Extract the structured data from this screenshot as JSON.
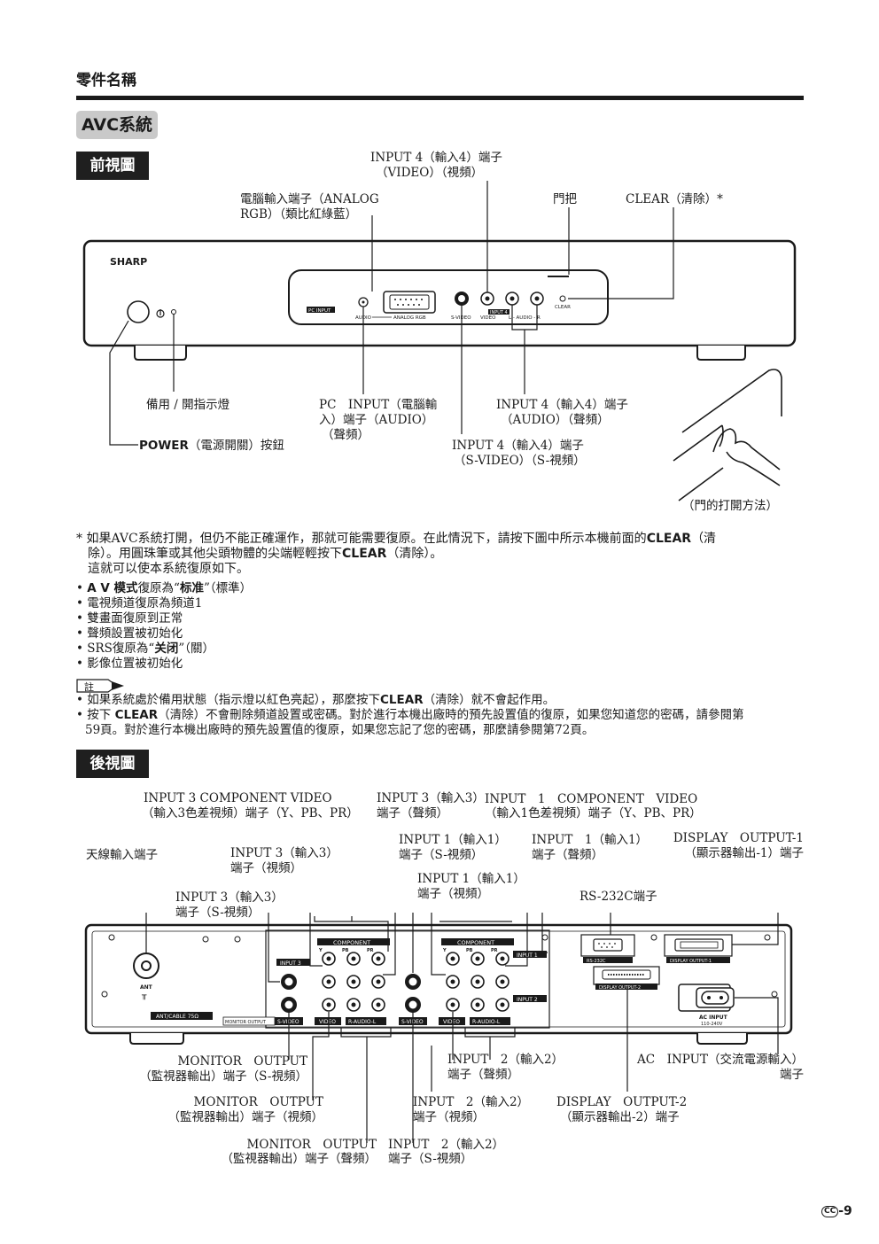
{
  "header": {
    "title": "零件名稱"
  },
  "avc_badge": "AVC系統",
  "front": {
    "section_title": "前視圖",
    "brand": "SHARP",
    "panel": {
      "pc_input": "PC INPUT",
      "audio": "AUDIO",
      "analog_rgb": "ANALOG RGB",
      "svideo": "S-VIDEO",
      "video": "VIDEO",
      "input4": "INPUT 4",
      "audio_lr": "L - AUDIO - R",
      "clear": "CLEAR"
    },
    "labels": {
      "input4_video_1": "INPUT 4（輸入4）端子",
      "input4_video_2": "（VIDEO）（視頻）",
      "pc_rgb_1": "電腦輸入端子（ANALOG",
      "pc_rgb_2": "RGB）（類比紅綠藍）",
      "handle": "門把",
      "clear_label": "CLEAR（清除）*",
      "standby": "備用 / 開指示燈",
      "power_bold": "POWER",
      "power_rest": "（電源開關）按鈕",
      "pc_audio_1": "PC　INPUT（電腦輸",
      "pc_audio_2": "入）端子（AUDIO）",
      "pc_audio_3": "（聲頻）",
      "input4_audio_1": "INPUT 4（輸入4）端子",
      "input4_audio_2": "（AUDIO）（聲頻）",
      "input4_svideo_1": "INPUT 4（輸入4）端子",
      "input4_svideo_2": "（S-VIDEO）（S-視頻）",
      "door_caption": "（門的打開方法）"
    }
  },
  "notes": {
    "star_line1_a": "* 如果AVC系統打開，但仍不能正確運作，那就可能需要復原。在此情況下，請按下圖中所示本機前面的",
    "star_line1_b": "CLEAR",
    "star_line1_c": "（清",
    "star_line2_a": "除）。用圓珠筆或其他尖頭物體的尖端輕輕按下",
    "star_line2_b": "CLEAR",
    "star_line2_c": "（清除）。",
    "star_line3": "這就可以使本系統復原如下。",
    "bullets": [
      {
        "a": "A V 模式",
        "b": "復原為“",
        "c": "标准",
        "d": "”（標準）"
      },
      {
        "a": "",
        "b": "電視頻道復原為頻道1",
        "c": "",
        "d": ""
      },
      {
        "a": "",
        "b": "雙畫面復原到正常",
        "c": "",
        "d": ""
      },
      {
        "a": "",
        "b": "聲頻設置被初始化",
        "c": "",
        "d": ""
      },
      {
        "a": "",
        "b": "SRS復原為“",
        "c": "关闭",
        "d": "”（關）"
      },
      {
        "a": "",
        "b": "影像位置被初始化",
        "c": "",
        "d": ""
      }
    ],
    "note_badge": "註",
    "note1_a": "如果系統處於備用狀態（指示燈以紅色亮起），那麼按下",
    "note1_b": "CLEAR",
    "note1_c": "（清除）就不會起作用。",
    "note2_a": "按下 ",
    "note2_b": "CLEAR",
    "note2_c": "（清除）不會刪除頻道設置或密碼。對於進行本機出廠時的預先設置值的復原，如果您知道您的密碼，請參閱第",
    "note2_d": "59頁。對於進行本機出廠時的預先設置值的復原，如果您忘記了您的密碼，那麼請參閱第72頁。"
  },
  "rear": {
    "section_title": "後視圖",
    "panel": {
      "component": "COMPONENT",
      "y": "Y",
      "pb": "PB",
      "pr": "PR",
      "input3": "INPUT 3",
      "input1": "INPUT 1",
      "input2": "INPUT 2",
      "ant": "ANT",
      "ant_cable": "ANT/CABLE 75Ω",
      "monitor_output": "MONITOR OUTPUT",
      "svideo": "S-VIDEO",
      "video": "VIDEO",
      "raudio": "R-AUDIO-L",
      "rs232c": "RS-232C",
      "display_output1": "DISPLAY OUTPUT-1",
      "display_output2": "DISPLAY OUTPUT-2",
      "ac_input": "AC INPUT",
      "ac_volt": "110-240V"
    },
    "labels": {
      "in3_comp_1": "INPUT 3 COMPONENT VIDEO",
      "in3_comp_2": "（輸入3色差視頻）端子（Y、PB、PR）",
      "in3_audio_1": "INPUT 3（輸入3）",
      "in3_audio_2": "端子（聲頻）",
      "in1_comp_1": "INPUT　1　COMPONENT　VIDEO",
      "in1_comp_2": "（輸入1色差視頻）端子（Y、PB、PR）",
      "antenna": "天線輸入端子",
      "in3_video_1": "INPUT 3（輸入3）",
      "in3_video_2": "端子（視頻）",
      "in1_svideo_1": "INPUT 1（輸入1）",
      "in1_svideo_2": "端子（S-視頻）",
      "in1_audio_1": "INPUT　1（輸入1）",
      "in1_audio_2": "端子（聲頻）",
      "disp1_1": "DISPLAY　OUTPUT-1",
      "disp1_2": "（顯示器輸出-1）端子",
      "in1_video_1": "INPUT 1（輸入1）",
      "in1_video_2": "端子（視頻）",
      "in3_svideo_1": "INPUT 3（輸入3）",
      "in3_svideo_2": "端子（S-視頻）",
      "rs232c_label": "RS-232C端子",
      "mon_svideo_1": "MONITOR　OUTPUT",
      "mon_svideo_2": "（監視器輸出）端子（S-視頻）",
      "in2_audio_1": "INPUT　2（輸入2）",
      "in2_audio_2": "端子（聲頻）",
      "ac_1": "AC　INPUT（交流電源輸入）",
      "ac_2": "端子",
      "mon_video_1": "MONITOR　OUTPUT",
      "mon_video_2": "（監視器輸出）端子（視頻）",
      "in2_video_1": "INPUT　2（輸入2）",
      "in2_video_2": "端子（視頻）",
      "disp2_1": "DISPLAY　OUTPUT-2",
      "disp2_2": "（顯示器輸出-2）端子",
      "mon_audio_1": "MONITOR　OUTPUT",
      "mon_audio_2": "（監視器輸出）端子（聲頻）",
      "in2_svideo_1": "INPUT　2（輸入2）",
      "in2_svideo_2": "端子（S-視頻）"
    }
  },
  "page_number": "-9",
  "page_badge": "CC"
}
